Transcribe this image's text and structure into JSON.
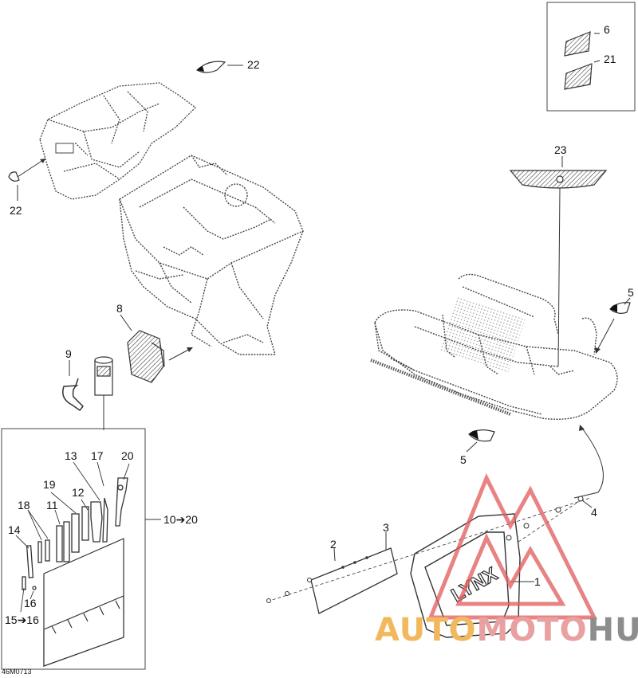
{
  "diagram": {
    "doc_number": "46M0713",
    "callouts": {
      "c22_top": "22",
      "c22_left": "22",
      "c6": "6",
      "c21": "21",
      "c23": "23",
      "c5_right": "5",
      "c5_bottom": "5",
      "c8": "8",
      "c9": "9",
      "c4": "4",
      "c3": "3",
      "c2": "2",
      "c1": "1",
      "c13": "13",
      "c17": "17",
      "c20": "20",
      "c19": "19",
      "c12": "12",
      "c18": "18",
      "c11": "11",
      "c14": "14",
      "c16": "16",
      "c15_16": "15➔16",
      "c10_20": "10➔20"
    },
    "flap_logo": "LYNX",
    "watermark": {
      "part1": "AUTO",
      "part2": "MOTO",
      "part3": "HUB"
    }
  },
  "colors": {
    "line": "#333333",
    "watermark_red": "#e15a5a",
    "watermark_orange": "#f2b85e",
    "watermark_gray": "#8d8d8d"
  }
}
